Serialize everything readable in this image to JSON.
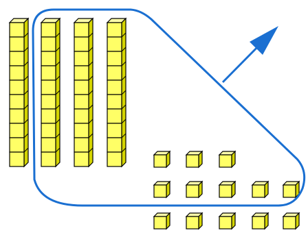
{
  "diagram": {
    "ten_rods": 4,
    "unit_cube_rows": [
      3,
      5,
      5
    ],
    "rods_inside_loop": 3,
    "unit_cubes_inside_loop": 8,
    "colors": {
      "cube_front": "#ffff66",
      "cube_top": "#ffffaa",
      "cube_side": "#d4d400",
      "cube_edge": "#000000",
      "loop_and_arrow": "#1a6fd1",
      "background": "#ffffff"
    },
    "elements": [
      "ten-rod",
      "unit-cube",
      "grouping-loop",
      "arrow"
    ]
  }
}
